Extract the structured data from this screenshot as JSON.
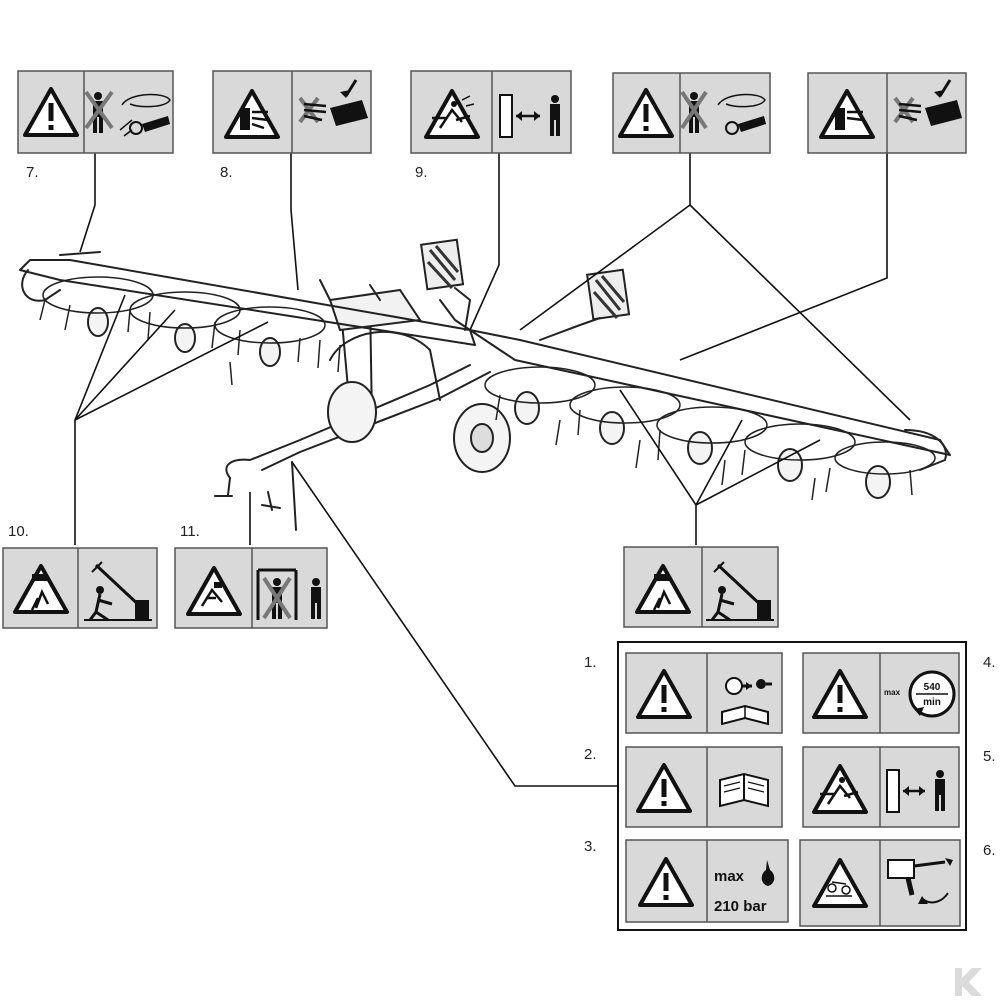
{
  "decals": {
    "d1": {
      "number": "1."
    },
    "d2": {
      "number": "2."
    },
    "d3": {
      "number": "3.",
      "max_text": "max",
      "pressure_text": "210 bar"
    },
    "d4": {
      "number": "4.",
      "max_text": "max",
      "speed_value": "540",
      "speed_unit": "min"
    },
    "d5": {
      "number": "5."
    },
    "d6": {
      "number": "6."
    },
    "d7": {
      "number": "7."
    },
    "d8": {
      "number": "8."
    },
    "d9": {
      "number": "9."
    },
    "d10": {
      "number": "10."
    },
    "d11": {
      "number": "11."
    }
  },
  "colors": {
    "decal_bg": "#d9d9d9",
    "outline": "#111111",
    "accent": "#ffffff"
  },
  "icons": [
    "warning-triangle-icon",
    "tractor-key-icon",
    "manual-book-icon",
    "hydraulic-pressure-icon",
    "pto-speed-icon",
    "thrown-object-icon",
    "safety-distance-icon",
    "pto-shaft-icon",
    "rotating-tines-icon",
    "crush-hazard-icon",
    "falling-part-icon"
  ]
}
